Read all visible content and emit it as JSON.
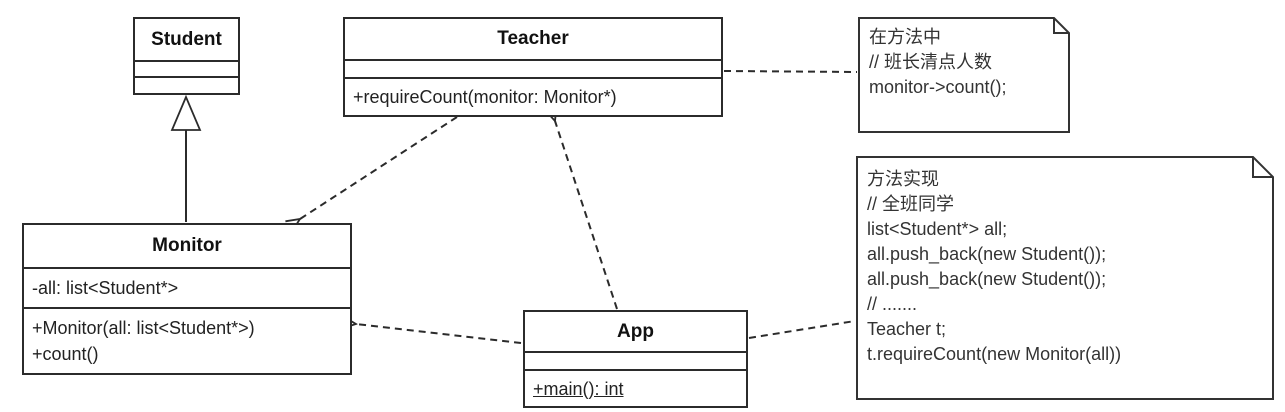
{
  "diagram": {
    "type": "uml-class-diagram",
    "colors": {
      "line": "#2b2b2b",
      "background": "#ffffff",
      "class_fill": "#ffffff",
      "note_fill": "#ffffff",
      "text": "#222222",
      "note_text": "#333333"
    },
    "classes": {
      "student": {
        "name": "Student",
        "attributes": [],
        "operations": []
      },
      "teacher": {
        "name": "Teacher",
        "attributes": [],
        "operations": [
          "+requireCount(monitor: Monitor*)"
        ]
      },
      "monitor": {
        "name": "Monitor",
        "attributes": [
          "-all: list<Student*>"
        ],
        "operations": [
          "+Monitor(all: list<Student*>)",
          "+count()"
        ]
      },
      "app": {
        "name": "App",
        "attributes": [],
        "operations": [
          "+main(): int"
        ],
        "operation_is_static": true
      }
    },
    "notes": {
      "teacher_note": {
        "lines": [
          "在方法中",
          "// 班长清点人数",
          "monitor->count();"
        ]
      },
      "app_note": {
        "lines": [
          "方法实现",
          "// 全班同学",
          "list<Student*> all;",
          "all.push_back(new Student());",
          "all.push_back(new Student());",
          "// .......",
          "Teacher t;",
          "t.requireCount(new Monitor(all))"
        ]
      }
    },
    "relationships": [
      {
        "type": "generalization",
        "from": "Monitor",
        "to": "Student",
        "line": "solid",
        "arrowhead": "hollow-triangle"
      },
      {
        "type": "dependency",
        "from": "Teacher",
        "to": "Monitor",
        "line": "dashed",
        "arrowhead": "open"
      },
      {
        "type": "dependency",
        "from": "App",
        "to": "Teacher",
        "line": "dashed",
        "arrowhead": "open"
      },
      {
        "type": "dependency",
        "from": "App",
        "to": "Monitor",
        "line": "dashed",
        "arrowhead": "open"
      },
      {
        "type": "note-anchor",
        "from": "teacher_note",
        "to": "Teacher",
        "line": "dashed",
        "arrowhead": "none"
      },
      {
        "type": "note-anchor",
        "from": "app_note",
        "to": "App",
        "line": "dashed",
        "arrowhead": "none"
      }
    ]
  }
}
